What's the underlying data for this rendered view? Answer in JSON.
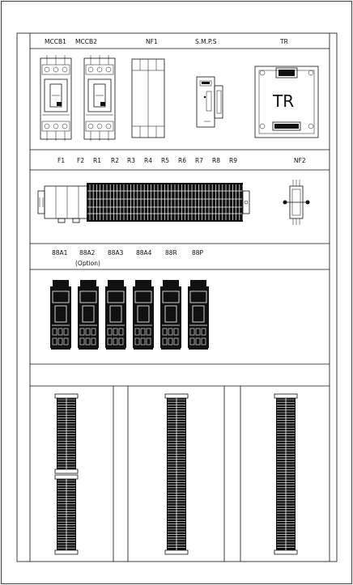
{
  "sections": {
    "top": {
      "labels": [
        "MCCB1",
        "MCCB2",
        "NF1",
        "S.M.P.S",
        "TR"
      ],
      "tr_text": "TR"
    },
    "middle": {
      "labels": [
        "F1",
        "F2",
        "R1",
        "R2",
        "R3",
        "R4",
        "R5",
        "R6",
        "R7",
        "R8",
        "R9",
        "NF2"
      ]
    },
    "contactors": {
      "labels": [
        "88A1",
        "88A2",
        "88A3",
        "88A4",
        "88R",
        "88P"
      ],
      "note": "(Option)"
    }
  }
}
